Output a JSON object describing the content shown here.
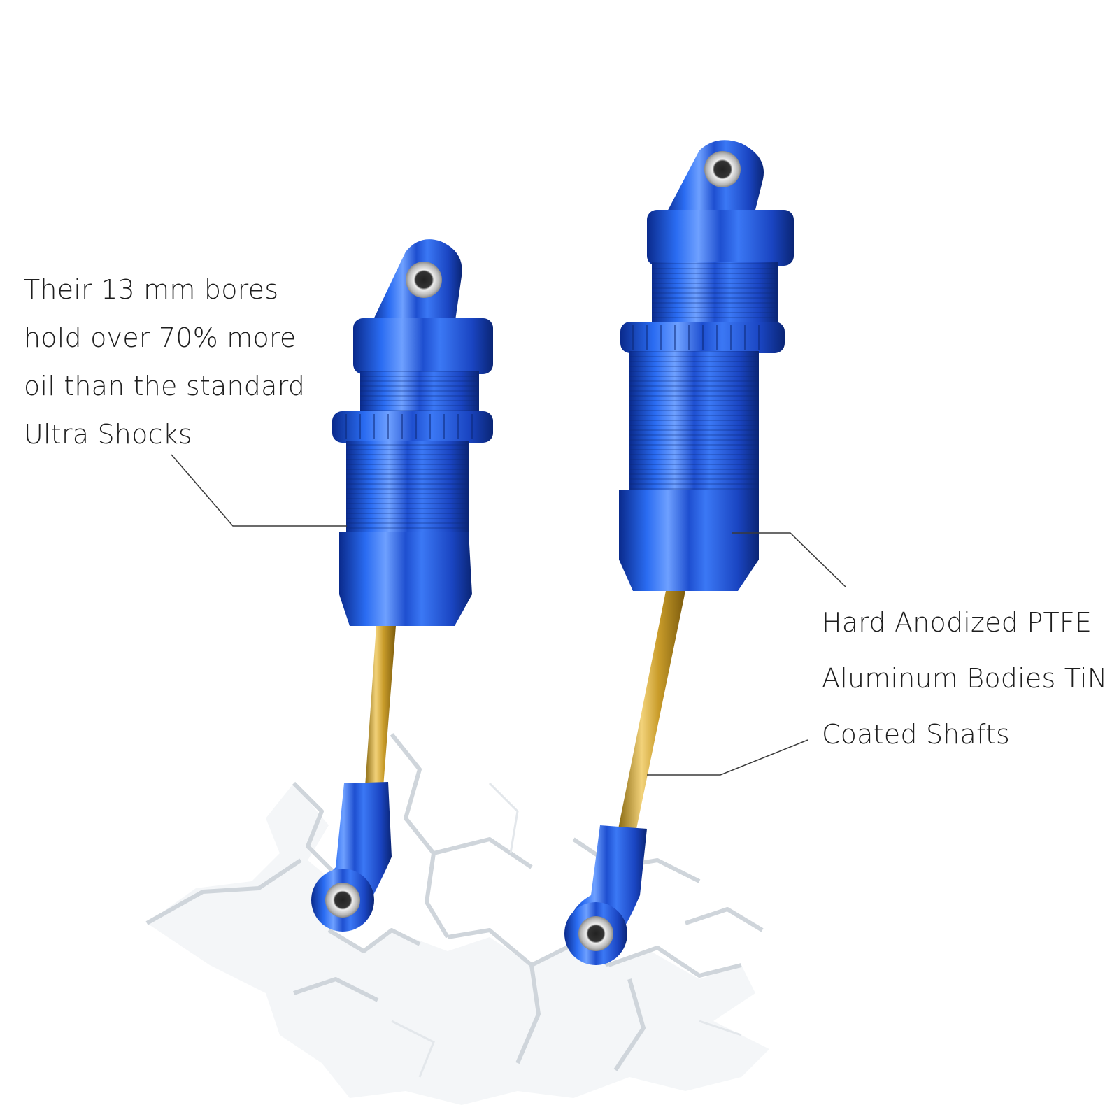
{
  "callouts": {
    "left": {
      "lines": [
        "Their 13 mm bores",
        "hold over 70% more",
        "oil than the standard",
        "Ultra Shocks"
      ]
    },
    "right": {
      "lines": [
        "Hard Anodized PTFE",
        "Aluminum Bodies TiN",
        "Coated Shafts"
      ]
    }
  },
  "colors": {
    "anodized_blue": "#1f4fd6",
    "anodized_dark": "#0b2a8a",
    "shaft_gold": "#c9a032",
    "crack_shadow": "#d8dde2",
    "leader_line": "#3a3a3a"
  }
}
